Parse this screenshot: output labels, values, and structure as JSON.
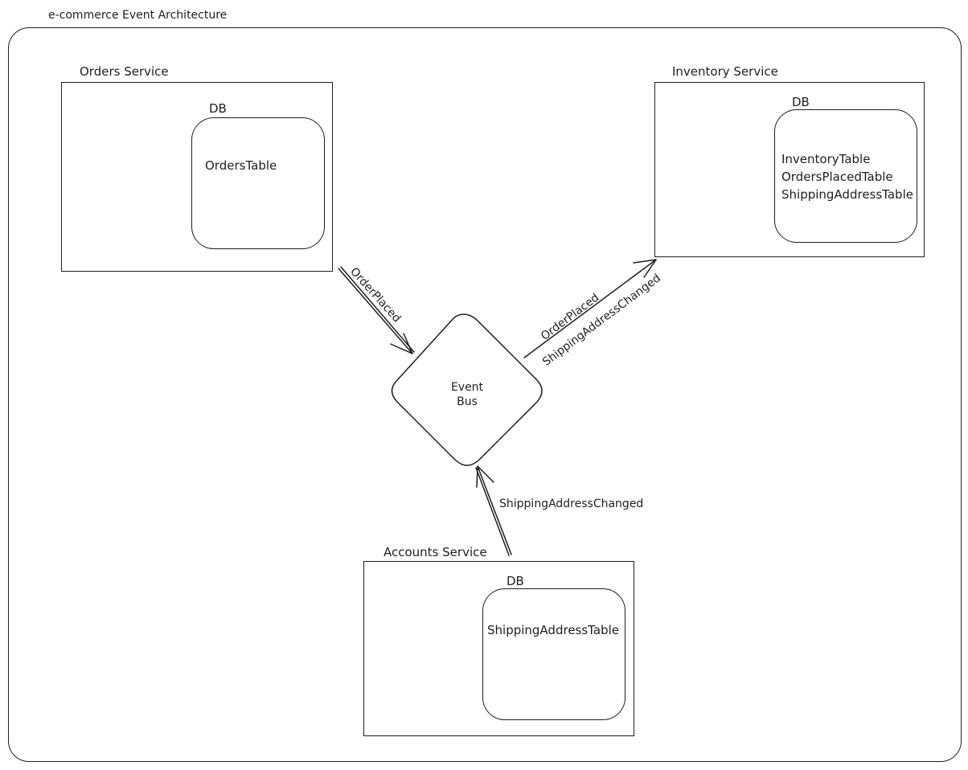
{
  "title": "e-commerce Event Architecture",
  "services": {
    "orders": {
      "label": "Orders Service",
      "db_label": "DB",
      "tables": [
        "OrdersTable"
      ]
    },
    "inventory": {
      "label": "Inventory Service",
      "db_label": "DB",
      "tables": [
        "InventoryTable",
        "OrdersPlacedTable",
        "ShippingAddressTable"
      ]
    },
    "accounts": {
      "label": "Accounts Service",
      "db_label": "DB",
      "tables": [
        "ShippingAddressTable"
      ]
    }
  },
  "event_bus": {
    "line1": "Event",
    "line2": "Bus"
  },
  "edges": {
    "orders_to_bus": {
      "label": "OrderPlaced"
    },
    "bus_to_inventory": {
      "label1": "OrderPlaced",
      "label2": "ShippingAddressChanged"
    },
    "accounts_to_bus": {
      "label": "ShippingAddressChanged"
    }
  }
}
